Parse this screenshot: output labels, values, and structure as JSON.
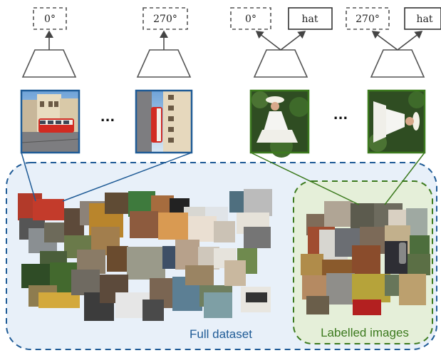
{
  "labels": {
    "rot_a": "0°",
    "rot_b": "270°",
    "rot_c": "0°",
    "rot_d": "270°",
    "hat_c": "hat",
    "hat_d": "hat",
    "ellipsis_left": "...",
    "ellipsis_right": "...",
    "full_dataset": "Full dataset",
    "labelled_images": "Labelled images"
  },
  "colors": {
    "blue": "#1f5b96",
    "green": "#3c7a1e",
    "fill": "#e8f0f9",
    "green_fill": "#e5efd9"
  }
}
